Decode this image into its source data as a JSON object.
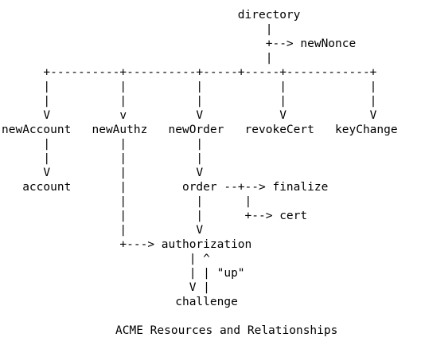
{
  "diagram": {
    "lines": [
      "                                  directory",
      "                                      |",
      "                                      +--> newNonce",
      "                                      |",
      "      +----------+----------+-----+-----+------------+",
      "      |          |          |           |            |",
      "      |          |          |           |            |",
      "      V          v          V           V            V",
      "newAccount   newAuthz   newOrder   revokeCert   keyChange",
      "      |          |          |",
      "      |          |          |",
      "      V          |          V",
      "   account       |        order --+--> finalize",
      "                 |          |      |",
      "                 |          |      +--> cert",
      "                 |          V",
      "                 +---> authorization",
      "                           | ^",
      "                           | | \"up\"",
      "                           V |",
      "                         challenge"
    ],
    "caption": "ACME Resources and Relationships"
  }
}
